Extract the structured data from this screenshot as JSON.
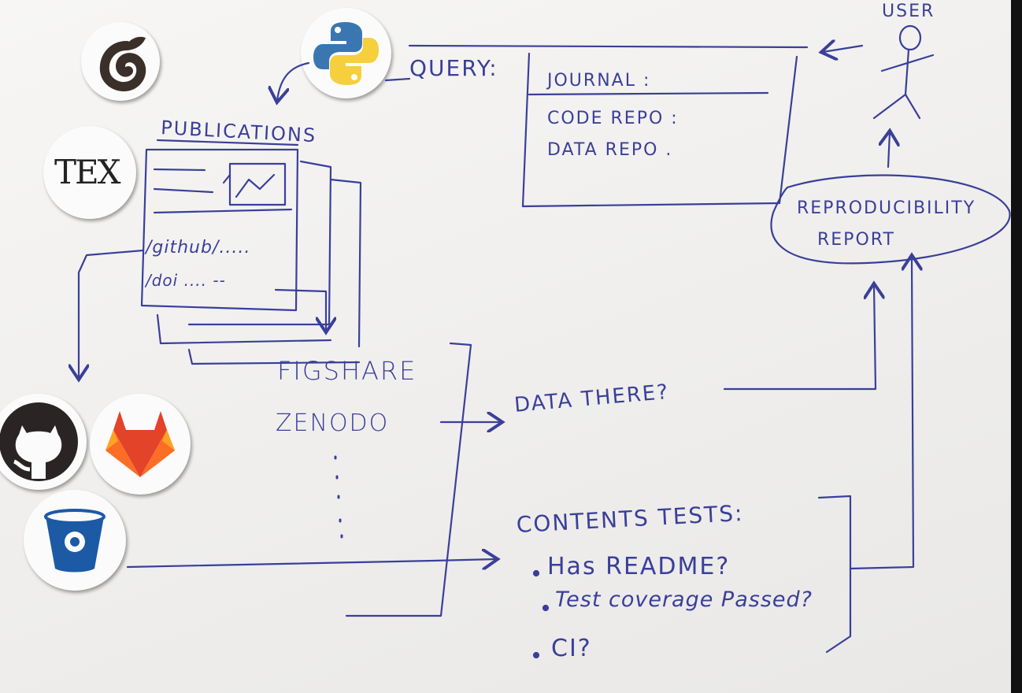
{
  "colors": {
    "ink": "#3a3f9a",
    "paper": "#f2f1ef",
    "python_blue": "#3a77b0",
    "python_yellow": "#f6cf3c",
    "gitlab_orange": "#e24329",
    "gitlab_light": "#fca326",
    "bitbucket_blue": "#1c5aa6",
    "github_dark": "#2b2424",
    "overleaf_dark": "#3b2f2a"
  },
  "icons": {
    "overleaf": "overleaf-logo",
    "tex": "tex-logo",
    "python": "python-logo",
    "github": "github-logo",
    "gitlab": "gitlab-logo",
    "bitbucket": "bitbucket-logo",
    "user": "stick-figure-user"
  },
  "diagram": {
    "user_label": "USER",
    "tex_label": "TEX",
    "query_label": "QUERY:",
    "query_fields": [
      "JOURNAL :",
      "CODE REPO :",
      "DATA REPO ."
    ],
    "publications_label": "PUBLICATIONS",
    "pub_links": [
      "/github/.....",
      "/doi ....  --"
    ],
    "data_repos": [
      "FIGSHARE",
      "ZENODO"
    ],
    "data_check": "DATA THERE?",
    "report_lines": [
      "REPRODUCIBILITY",
      "REPORT"
    ],
    "contents_title": "CONTENTS TESTS:",
    "contents_items": [
      "Has README?",
      "Test coverage Passed?",
      "CI?"
    ]
  }
}
